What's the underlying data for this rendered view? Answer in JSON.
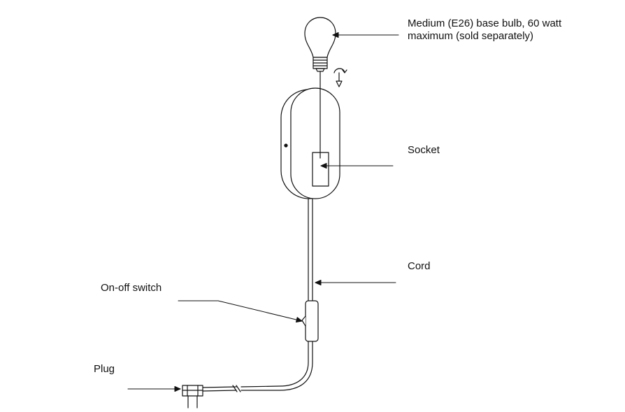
{
  "labels": {
    "bulb": {
      "line1": "Medium (E26) base bulb, 60 watt",
      "line2": "maximum (sold separately)"
    },
    "socket": "Socket",
    "cord": "Cord",
    "switch": "On-off switch",
    "plug": "Plug"
  },
  "colors": {
    "line": "#111111",
    "background": "#ffffff"
  }
}
